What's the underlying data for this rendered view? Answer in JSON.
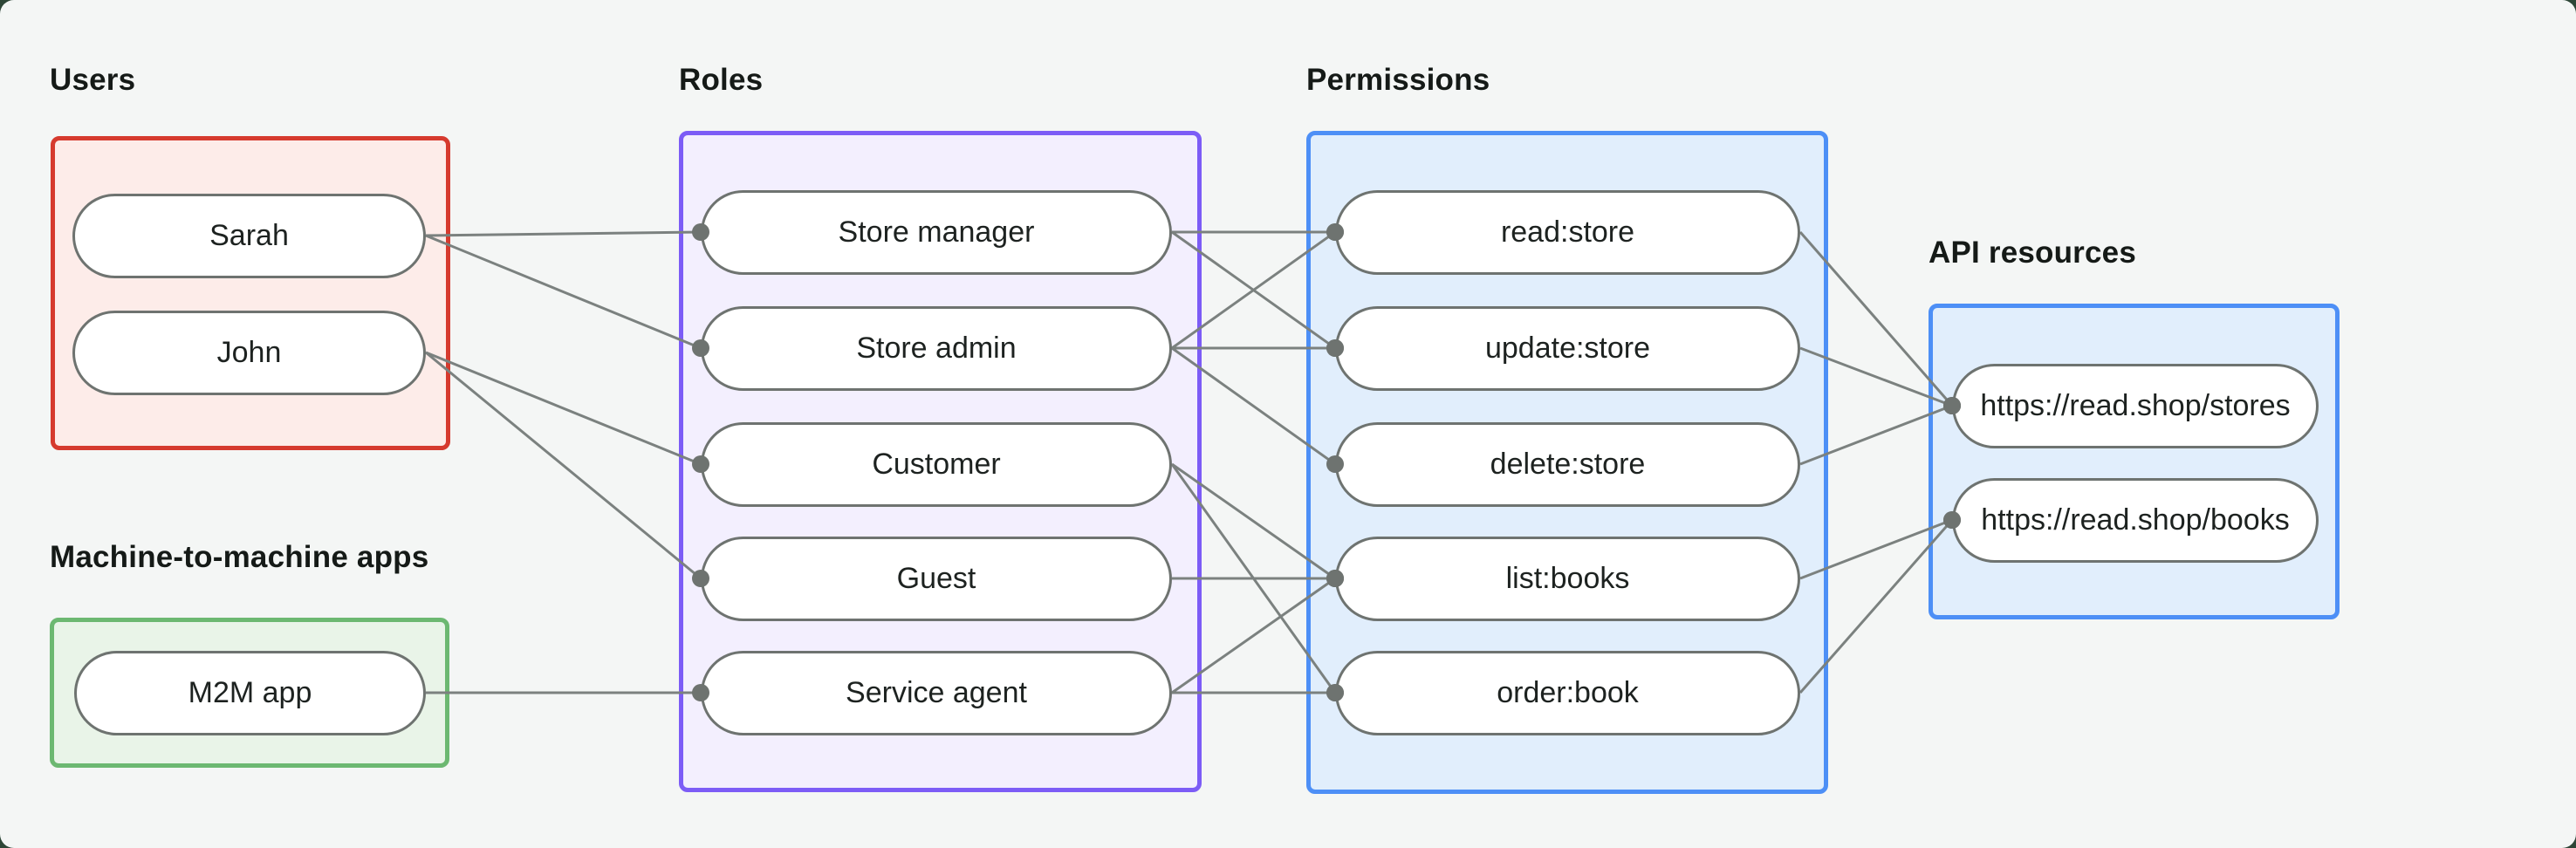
{
  "diagram": {
    "connector_color": "#7b817f",
    "node_border_color": "#6e7370",
    "node_fill": "#ffffff",
    "node_text_color": "#1d2220",
    "heading_color": "#151a17",
    "card_background": "#f4f6f5",
    "outer_background": "#2e4637",
    "groups": [
      {
        "id": "users",
        "label": "Users",
        "border_color": "#d63a2e",
        "fill_color": "#fdece9",
        "nodes": [
          {
            "id": "sarah",
            "label": "Sarah"
          },
          {
            "id": "john",
            "label": "John"
          }
        ]
      },
      {
        "id": "m2m",
        "label": "Machine-to-machine apps",
        "border_color": "#6cb871",
        "fill_color": "#e9f4e8",
        "nodes": [
          {
            "id": "m2m-app",
            "label": "M2M app"
          }
        ]
      },
      {
        "id": "roles",
        "label": "Roles",
        "border_color": "#7c5cf6",
        "fill_color": "#f3effe",
        "nodes": [
          {
            "id": "store-manager",
            "label": "Store manager"
          },
          {
            "id": "store-admin",
            "label": "Store admin"
          },
          {
            "id": "customer",
            "label": "Customer"
          },
          {
            "id": "guest",
            "label": "Guest"
          },
          {
            "id": "service-agent",
            "label": "Service agent"
          }
        ]
      },
      {
        "id": "permissions",
        "label": "Permissions",
        "border_color": "#4d8ff6",
        "fill_color": "#e1eefc",
        "nodes": [
          {
            "id": "read-store",
            "label": "read:store"
          },
          {
            "id": "update-store",
            "label": "update:store"
          },
          {
            "id": "delete-store",
            "label": "delete:store"
          },
          {
            "id": "list-books",
            "label": "list:books"
          },
          {
            "id": "order-book",
            "label": "order:book"
          }
        ]
      },
      {
        "id": "api-resources",
        "label": "API resources",
        "border_color": "#4d8ff6",
        "fill_color": "#e1eefc",
        "nodes": [
          {
            "id": "stores-api",
            "label": "https://read.shop/stores"
          },
          {
            "id": "books-api",
            "label": "https://read.shop/books"
          }
        ]
      }
    ],
    "edges": [
      {
        "from": "sarah",
        "to": "store-manager"
      },
      {
        "from": "sarah",
        "to": "store-admin"
      },
      {
        "from": "john",
        "to": "customer"
      },
      {
        "from": "john",
        "to": "guest"
      },
      {
        "from": "m2m-app",
        "to": "service-agent"
      },
      {
        "from": "store-manager",
        "to": "read-store"
      },
      {
        "from": "store-manager",
        "to": "update-store"
      },
      {
        "from": "store-admin",
        "to": "read-store"
      },
      {
        "from": "store-admin",
        "to": "update-store"
      },
      {
        "from": "store-admin",
        "to": "delete-store"
      },
      {
        "from": "customer",
        "to": "list-books"
      },
      {
        "from": "customer",
        "to": "order-book"
      },
      {
        "from": "guest",
        "to": "list-books"
      },
      {
        "from": "service-agent",
        "to": "list-books"
      },
      {
        "from": "service-agent",
        "to": "order-book"
      },
      {
        "from": "read-store",
        "to": "stores-api"
      },
      {
        "from": "update-store",
        "to": "stores-api"
      },
      {
        "from": "delete-store",
        "to": "stores-api"
      },
      {
        "from": "list-books",
        "to": "books-api"
      },
      {
        "from": "order-book",
        "to": "books-api"
      }
    ]
  }
}
